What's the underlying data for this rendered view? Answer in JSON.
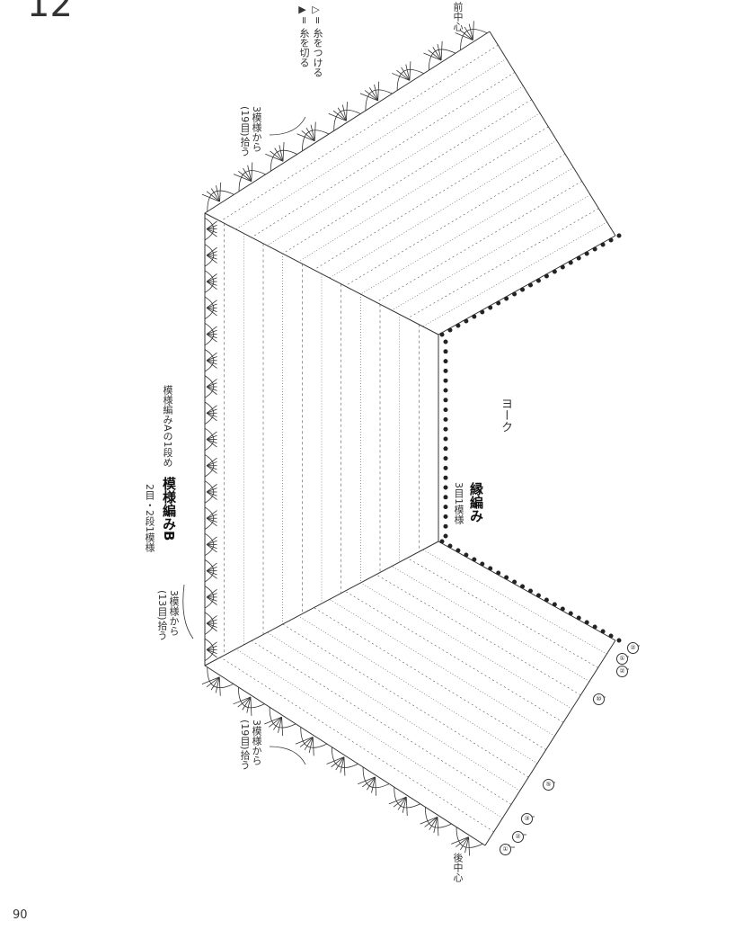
{
  "page": {
    "chapter_number": "12",
    "page_number": "90"
  },
  "legend": {
    "attach_yarn": "= 糸をつける",
    "cut_yarn": "= 糸を切る",
    "attach_symbol": "▷",
    "cut_symbol": "▶"
  },
  "labels": {
    "front_center": "前中心",
    "back_center": "後中心",
    "yoke": "ヨーク",
    "edging_title": "縁編み",
    "edging_repeat": "3目1模様",
    "pattern_b_title": "模様編みB",
    "pattern_b_repeat": "2目・2段1模様",
    "pattern_a_row1": "模様編みAの1段め",
    "pickup_top": "3模様から\n(19目)拾う",
    "pickup_mid": "3模様から\n(13目)拾う",
    "pickup_bottom": "3模様から\n(19目)拾う"
  },
  "row_numbers": [
    "①",
    "②",
    "③",
    "⑤",
    "⑩",
    "①",
    "②",
    "②"
  ],
  "colors": {
    "ink": "#222222",
    "background": "#ffffff"
  }
}
